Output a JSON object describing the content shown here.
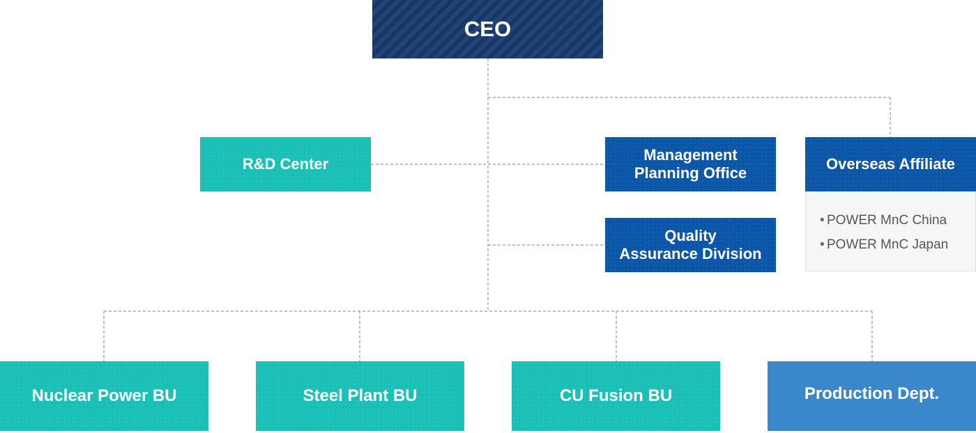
{
  "nodes": {
    "ceo": "CEO",
    "rnd_center": "R&D Center",
    "management_planning": "Management\nPlanning Office",
    "quality_assurance": "Quality\nAssurance  Division",
    "overseas_affiliate": "Overseas Affiliate",
    "affiliates": [
      "POWER MnC China",
      "POWER MnC Japan"
    ],
    "nuclear_power_bu": "Nuclear Power BU",
    "steel_plant_bu": "Steel Plant BU",
    "cu_fusion_bu": "CU Fusion BU",
    "production_dept": "Production Dept."
  },
  "colors": {
    "ceo": "#173a6e",
    "teal": "#1ac0b6",
    "navy": "#0b56a6",
    "production": "#3a87cb",
    "connector": "#aaaaaa"
  }
}
